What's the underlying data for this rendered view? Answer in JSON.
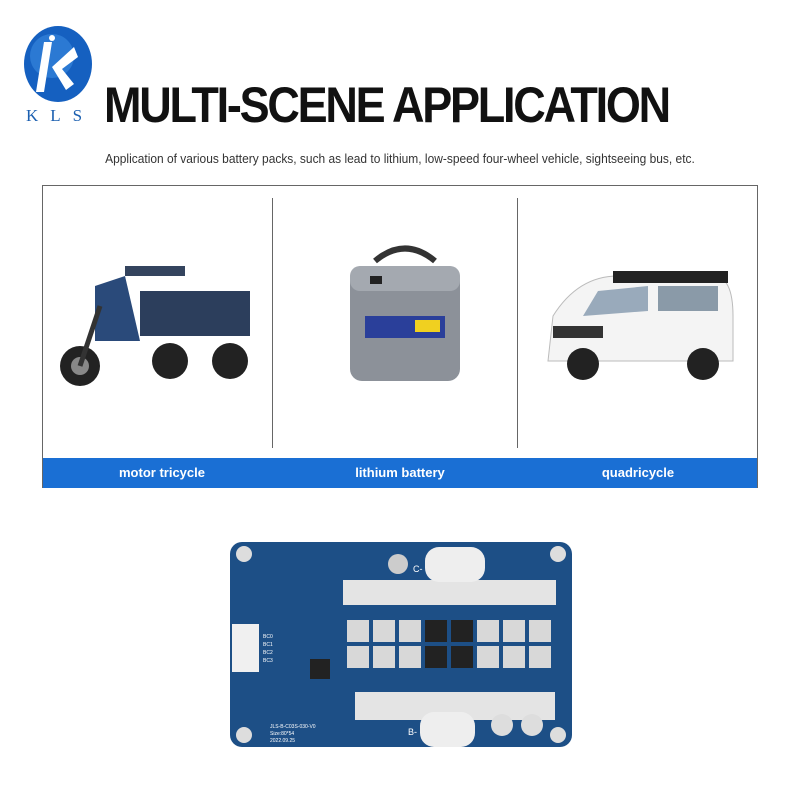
{
  "brand": {
    "logo_text": "KLS"
  },
  "header": {
    "title": "MULTI-SCENE APPLICATION",
    "subtitle": "Application of various battery packs, such as lead to lithium, low-speed four-wheel vehicle, sightseeing bus, etc."
  },
  "scenes": [
    {
      "label": "motor tricycle"
    },
    {
      "label": "lithium battery"
    },
    {
      "label": "quadricycle"
    }
  ],
  "board": {
    "c_label": "C-",
    "b_label": "B-",
    "pins": [
      "BC0",
      "BC1",
      "BC2",
      "BC3"
    ],
    "model": "JLS-B-C03S-030-V0",
    "size": "Size:80*54",
    "date": "2022.09.25"
  },
  "colors": {
    "accent": "#1a6fd4",
    "pcb": "#1d4f86"
  }
}
